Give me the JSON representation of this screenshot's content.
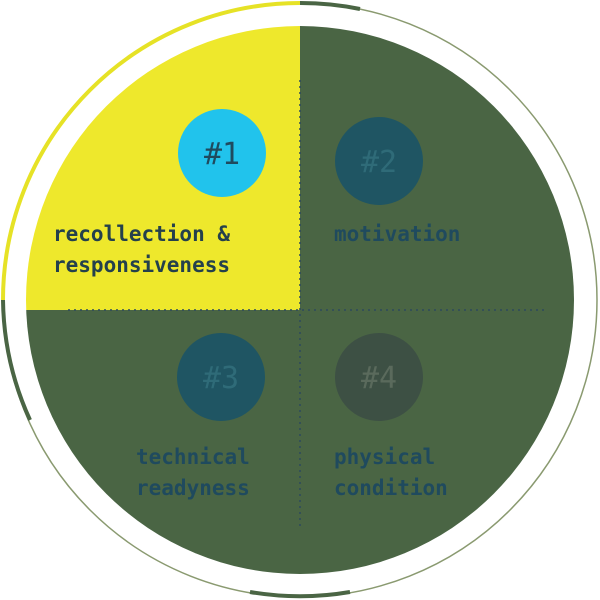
{
  "colors": {
    "active_fill": "#eee82c",
    "inactive_fill": "#4a6544",
    "ring_accent": "#e6e226",
    "ring_dark": "#4a6544",
    "ring_thin": "#8a9a70",
    "divider": "#2c4a5c"
  },
  "quadrants": [
    {
      "number": "#1",
      "lines": [
        "recollection &",
        "responsiveness"
      ],
      "active": true,
      "badge_color": "#21c3ec",
      "badge_text_color": "#1f4a5e",
      "label_color": "#24404c"
    },
    {
      "number": "#2",
      "lines": [
        "motivation"
      ],
      "active": false,
      "badge_color": "#1f5563",
      "badge_text_color": "#2f6b78",
      "label_color": "#1f4a5e"
    },
    {
      "number": "#3",
      "lines": [
        "technical",
        "readyness"
      ],
      "active": false,
      "badge_color": "#1f5563",
      "badge_text_color": "#2f6b78",
      "label_color": "#1f4a5e"
    },
    {
      "number": "#4",
      "lines": [
        "physical",
        "condition"
      ],
      "active": false,
      "badge_color": "#3d5044",
      "badge_text_color": "#5a6a5c",
      "label_color": "#1f4a5e"
    }
  ]
}
